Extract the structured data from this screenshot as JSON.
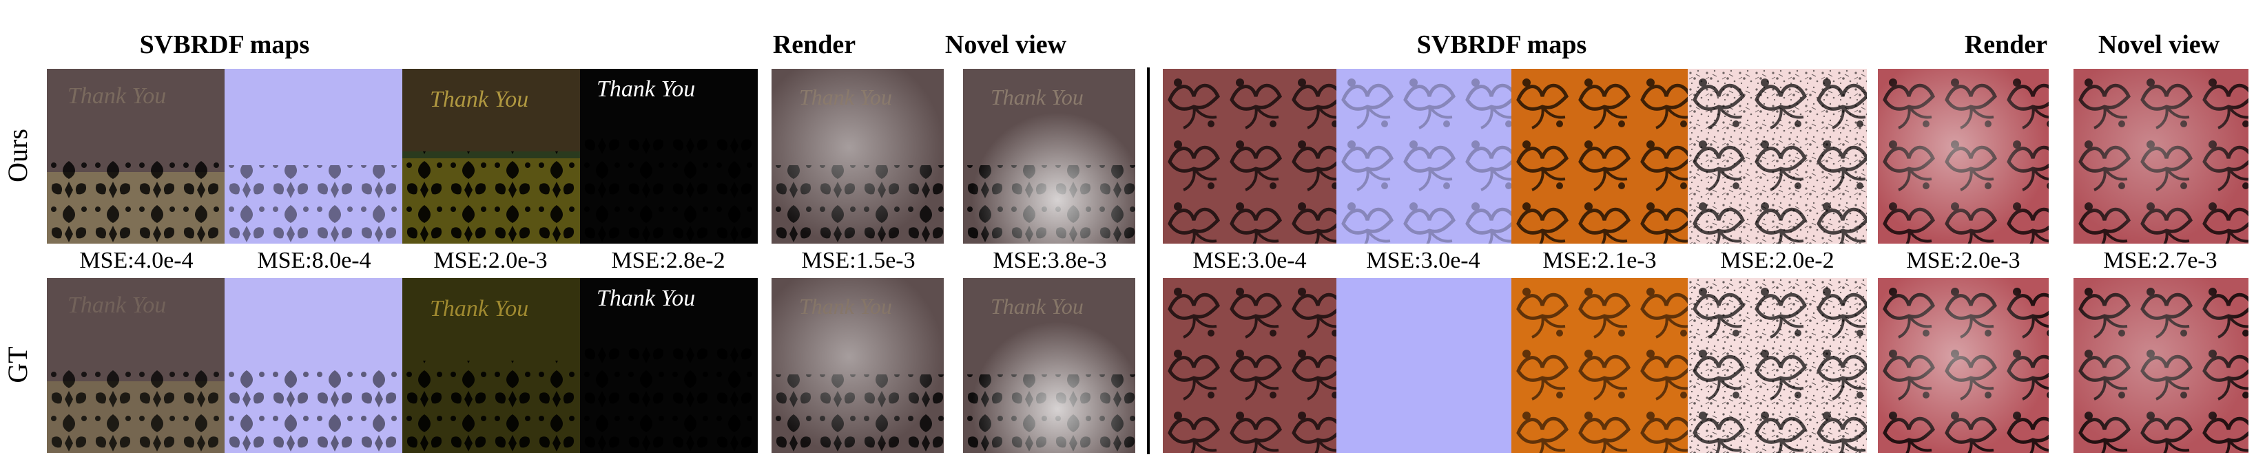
{
  "figure": {
    "left_panel": {
      "headers": {
        "svbrdf": "SVBRDF maps",
        "render": "Render",
        "novel": "Novel view"
      },
      "mse": [
        "MSE:4.0e-4",
        "MSE:8.0e-4",
        "MSE:2.0e-3",
        "MSE:2.8e-2",
        "MSE:1.5e-3",
        "MSE:3.8e-3"
      ],
      "card_text": "Thank You"
    },
    "right_panel": {
      "headers": {
        "svbrdf": "SVBRDF maps",
        "render": "Render",
        "novel": "Novel view"
      },
      "mse": [
        "MSE:3.0e-4",
        "MSE:3.0e-4",
        "MSE:2.1e-3",
        "MSE:2.0e-2",
        "MSE:2.0e-3",
        "MSE:2.7e-3"
      ]
    },
    "row_labels": {
      "top": "Ours",
      "bottom": "GT"
    }
  }
}
